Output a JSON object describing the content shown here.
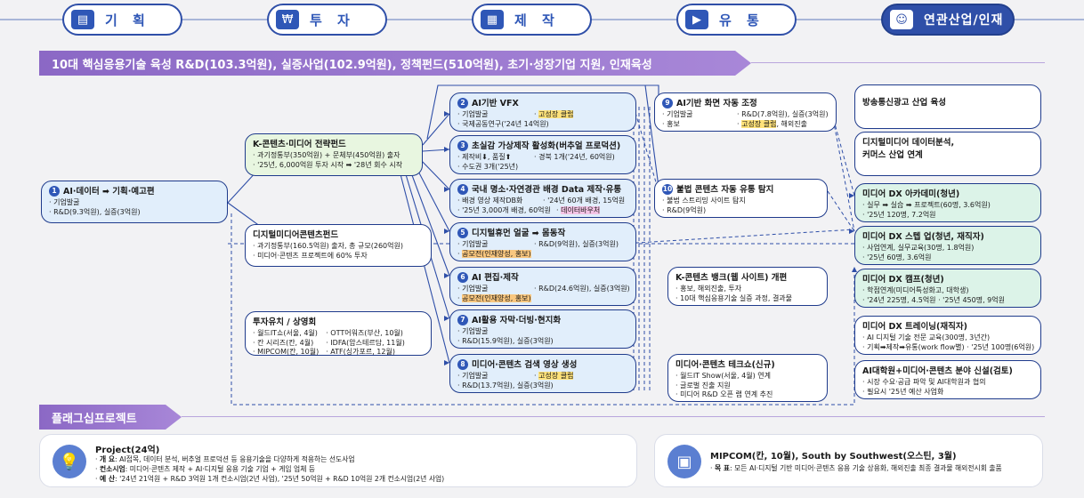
{
  "nav": [
    {
      "label": "기 획",
      "icon": "monitor-icon"
    },
    {
      "label": "투 자",
      "icon": "coin-icon"
    },
    {
      "label": "제 작",
      "icon": "clapper-icon"
    },
    {
      "label": "유 통",
      "icon": "screen-play-icon"
    },
    {
      "label": "연관산업/인재",
      "icon": "people-icon"
    }
  ],
  "banner_top": "10대 핵심응용기술 육성 R&D(103.3억원), 실증사업(102.9억원), 정책펀드(510억원), 초기·성장기업 지원, 인재육성",
  "banner_flagship": "플래그십프로젝트",
  "nodes": {
    "n1": {
      "num": "1",
      "title": "AI·데이터 ➡ 기획·예고편",
      "lines": [
        "기업발굴",
        "R&D(9.3억원), 실증(3억원)"
      ]
    },
    "fund": {
      "title": "K-콘텐츠·미디어 전략펀드",
      "lines": [
        "과기정통부(350억원) + 문체부(450억원) 출자",
        "'25년, 6,000억원 투자 시작 ➡ '28년 회수 시작"
      ]
    },
    "dfund": {
      "title": "디지털미디어콘텐츠펀드",
      "lines": [
        "과기정통부(160.5억원) 출자, 총 규모(260억원)",
        "미디어·콘텐츠 프로젝트에 60% 투자"
      ]
    },
    "invest": {
      "title": "투자유치 / 상영회",
      "col1": [
        "월드IT쇼(서울, 4월)",
        "칸 시리즈(칸, 4월)",
        "MIPCOM(칸, 10월)"
      ],
      "col2": [
        "OTT어워즈(부산, 10월)",
        "IDFA(암스테르담, 11월)",
        "ATF(싱가포르, 12월)"
      ]
    },
    "n2": {
      "num": "2",
      "title": "AI기반 VFX",
      "a": "기업발굴",
      "b": "고성장 클럽",
      "c": "국제공동연구('24년 14억원)"
    },
    "n3": {
      "num": "3",
      "title": "초실감 가상제작 활성화(버추얼 프로덕션)",
      "a": "제작비⬇, 품질⬆",
      "b": "경북 1개('24년, 60억원)",
      "c": "수도권 3개('25년)"
    },
    "n4": {
      "num": "4",
      "title": "국내 명소·자연경관 배경 Data 제작·유통",
      "a": "배경 영상 제작DB화",
      "b": "'24년 60개 배경, 15억원",
      "c": "'25년 3,000개 배경, 60억원",
      "d": "데이터바우처"
    },
    "n5": {
      "num": "5",
      "title": "디지털휴먼 얼굴 ➡ 몸동작",
      "a": "기업발굴",
      "b": "R&D(9억원), 실증(3억원)",
      "c": "공모전(인재양성, 홍보)"
    },
    "n6": {
      "num": "6",
      "title": "AI 편집·제작",
      "a": "기업발굴",
      "b": "R&D(24.6억원), 실증(3억원)",
      "c": "공모전(인재양성, 홍보)"
    },
    "n7": {
      "num": "7",
      "title": "AI활용 자막·더빙·현지화",
      "a": "기업발굴",
      "c": "R&D(15.9억원), 실증(3억원)"
    },
    "n8": {
      "num": "8",
      "title": "미디어·콘텐츠 검색 영상 생성",
      "a": "기업발굴",
      "b": "고성장 클럽",
      "c": "R&D(13.7억원), 실증(3억원)"
    },
    "n9": {
      "num": "9",
      "title": "AI기반 화면 자동 조정",
      "a": "기업발굴",
      "b": "R&D(7.8억원), 실증(3억원)",
      "c": "홍보",
      "d": "고성장 클럽",
      "e": "해외진출"
    },
    "n10": {
      "num": "10",
      "title": "불법 콘텐츠 자동 유통 탐지",
      "lines": [
        "불법 스트리밍 사이트 탐지",
        "R&D(9억원)"
      ]
    },
    "bank": {
      "title": "K-콘텐츠 뱅크(웹 사이트) 개편",
      "lines": [
        "홍보, 해외진출, 투자",
        "10대 핵심응용기술 실증 과정, 결과물"
      ]
    },
    "techshow": {
      "title": "미디어·콘텐츠 테크쇼(신규)",
      "lines": [
        "월드IT Show(서울, 4월) 연계",
        "글로벌 진출 지원",
        "미디어 R&D 오픈 랩 연계 추진"
      ]
    },
    "r1": {
      "title": "방송통신광고 산업 육성"
    },
    "r2": {
      "title": "디지털미디어 데이터분석,",
      "title2": "커머스 산업 연계"
    },
    "r3": {
      "title": "미디어 DX 아카데미(청년)",
      "lines": [
        "실무 ➡ 실습 ➡ 프로젝트(60명, 3.6억원)",
        "'25년 120명, 7.2억원"
      ]
    },
    "r4": {
      "title": "미디어 DX 스텝 업(청년, 재직자)",
      "lines": [
        "사업연계, 실무교육(30명, 1.8억원)",
        "'25년 60명, 3.6억원"
      ]
    },
    "r5": {
      "title": "미디어 DX 캠프(청년)",
      "lines": [
        "학점연계(미디어특성화고, 대학생)",
        "'24년 225명, 4.5억원   · '25년 450명, 9억원"
      ]
    },
    "r6": {
      "title": "미디어 DX 트레이닝(재직자)",
      "lines": [
        "AI 디지털 기술 전문 교육(300명, 3년간)",
        "기획➡제작➡유통(work flow별)   · '25년 100명(6억원)"
      ]
    },
    "r7": {
      "title": "AI대학원+미디어·콘텐츠 분야 신설(검토)",
      "lines": [
        "시장 수요·공급 파악 및 AI대학원과 협의",
        "필요시 '25년 예산 사업화"
      ]
    }
  },
  "flagship_left": {
    "title": "Project(24억)",
    "rows": [
      {
        "k": "개      요",
        "v": ": AI접목, 데이터 분석, 버추얼 프로덕션 등 응용기술을 다양하게 적용하는 선도사업"
      },
      {
        "k": "컨소시엄",
        "v": ": 미디어·콘텐츠 제작 + AI·디지털 응용 기술 기업 + 게임 업체 등"
      },
      {
        "k": "예      산",
        "v": ": '24년 21억원 + R&D 3억원 1개 컨소시엄(2년 사업), '25년 50억원 + R&D 10억원 2개 컨소시엄(2년 사업)"
      }
    ]
  },
  "flagship_right": {
    "title": "MIPCOM(칸, 10월), South by Southwest(오스틴, 3월)",
    "rows": [
      {
        "k": "목      표",
        "v": ": 모든 AI·디지털 기반 미디어·콘텐츠 응용 기술 상용화, 해외진출 최종 결과물 해외전시회 출품"
      }
    ]
  },
  "colors": {
    "navy": "#1f3b8c",
    "accent": "#2f57b7",
    "purple": "#9a78d0",
    "highlight_yellow": "#ffe27a",
    "highlight_orange": "#f9c77f",
    "highlight_pink": "#f4c4e6"
  }
}
